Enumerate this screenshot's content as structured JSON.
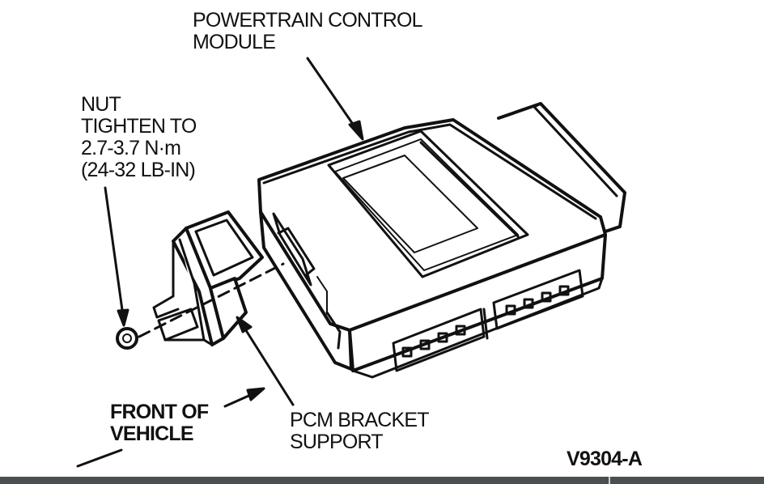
{
  "labels": {
    "pcm_line1": "POWERTRAIN CONTROL",
    "pcm_line2": "MODULE",
    "nut_line1": "NUT",
    "nut_line2": "TIGHTEN TO",
    "nut_line3": "2.7-3.7 N·m",
    "nut_line4": "(24-32 LB-IN)",
    "front_line1": "FRONT OF",
    "front_line2": "VEHICLE",
    "bracket_line1": "PCM BRACKET",
    "bracket_line2": "SUPPORT",
    "figure_code": "V9304-A"
  },
  "colors": {
    "ink": "#111111",
    "background": "#ffffff",
    "bottom_bar": "#4a4f52"
  }
}
